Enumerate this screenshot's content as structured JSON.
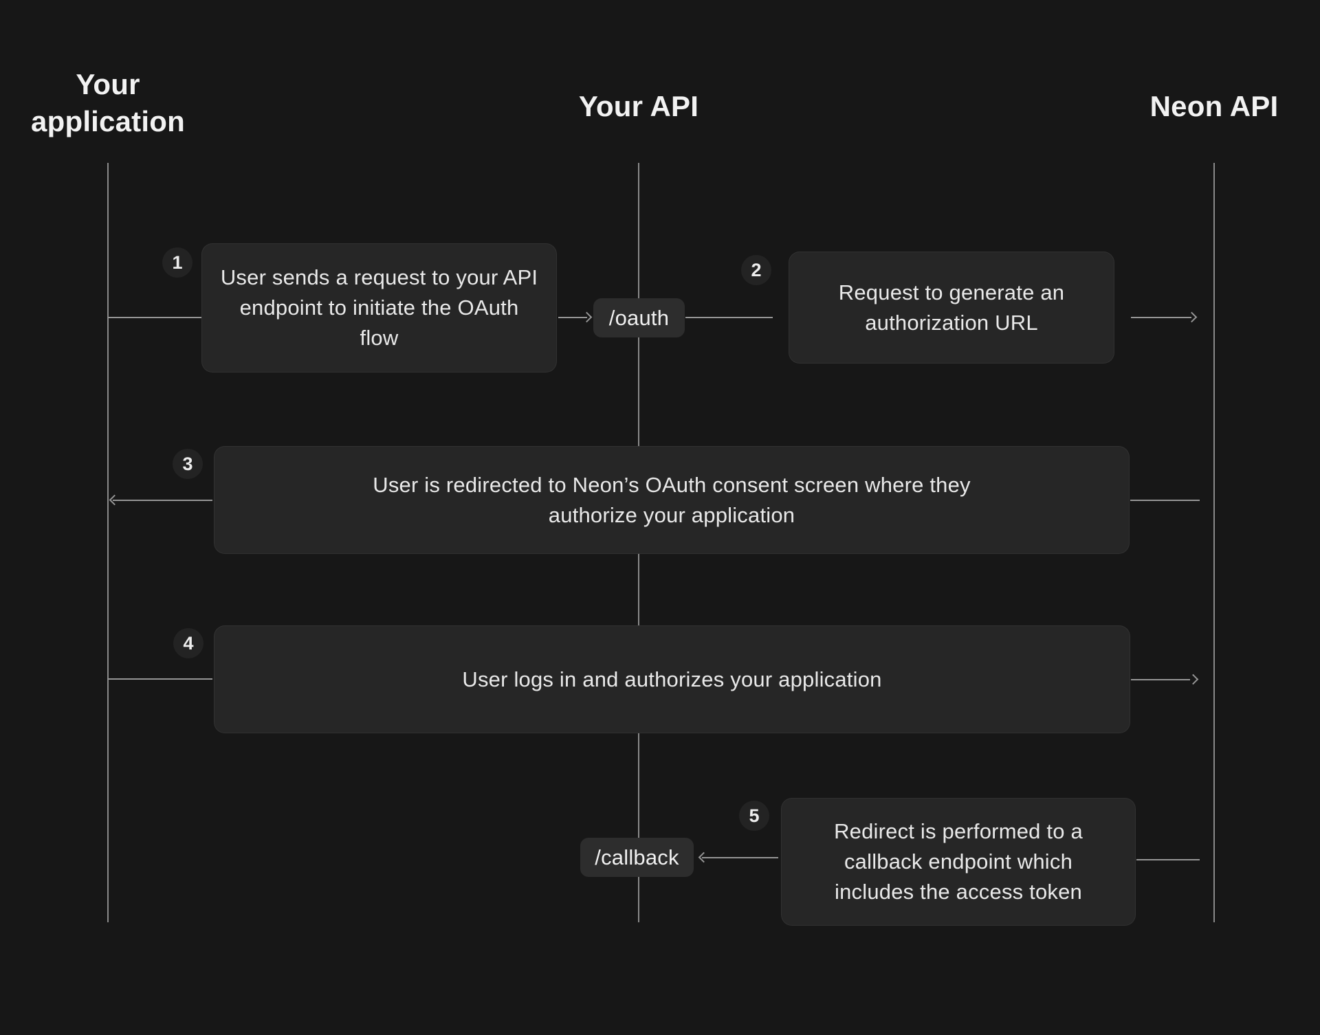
{
  "colors": {
    "background": "#171717",
    "box_fill": "#262626",
    "pill_fill": "#2d2d2d",
    "circle_fill": "#232323",
    "line": "#969696",
    "text": "#e9e9e9",
    "heading": "#f2f2f2"
  },
  "lanes": [
    {
      "label": "Your application"
    },
    {
      "label": "Your API"
    },
    {
      "label": "Neon API"
    }
  ],
  "endpoints": [
    {
      "label": "/oauth"
    },
    {
      "label": "/callback"
    }
  ],
  "steps": [
    {
      "number": "1",
      "text": "User sends a request to your API endpoint to initiate the OAuth flow"
    },
    {
      "number": "2",
      "text": "Request to generate an authorization URL"
    },
    {
      "number": "3",
      "text": "User is redirected to Neon’s OAuth consent screen where they authorize your application"
    },
    {
      "number": "4",
      "text": "User logs in and authorizes your application"
    },
    {
      "number": "5",
      "text": "Redirect is performed to a callback endpoint which includes the access token"
    }
  ]
}
